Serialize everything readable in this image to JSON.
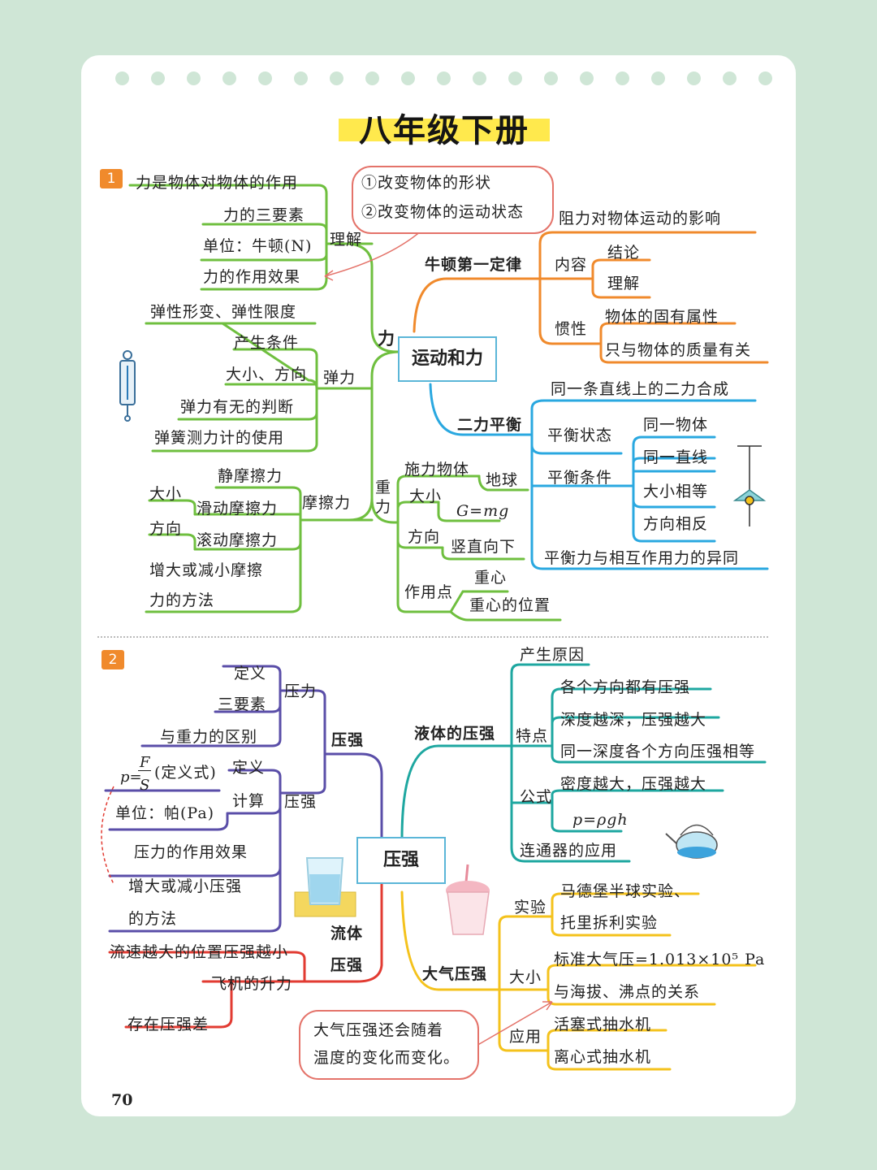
{
  "title": "八年级下册",
  "page_number": "70",
  "colors": {
    "green": "#6fbf3f",
    "orange": "#f08a2c",
    "blue": "#2aa8e0",
    "purple": "#5a4ea8",
    "teal": "#1ea7a0",
    "red": "#e23b32",
    "yellow": "#f4c21c"
  },
  "section1": {
    "badge": "1",
    "center": "运动和力",
    "force": {
      "label": "力",
      "understand": {
        "label": "理解",
        "items": [
          "力是物体对物体的作用",
          "力的三要素",
          "单位：牛顿(N)",
          "力的作用效果"
        ]
      },
      "effects_bubble": [
        "①改变物体的形状",
        "②改变物体的运动状态"
      ],
      "elastic": {
        "label": "弹力",
        "items": [
          "弹性形变、弹性限度",
          "产生条件",
          "大小、方向",
          "弹力有无的判断",
          "弹簧测力计的使用"
        ]
      },
      "friction": {
        "label": "摩擦力",
        "items": [
          "静摩擦力",
          "滑动摩擦力",
          "滚动摩擦力"
        ],
        "sub": [
          "大小",
          "方向"
        ],
        "methods": [
          "增大或减小摩擦",
          "力的方法"
        ]
      },
      "gravity": {
        "label": "重力",
        "apply": "施力物体",
        "earth": "地球",
        "size": "大小",
        "formula": "G=mg",
        "direction": "方向",
        "vertical": "竖直向下",
        "point": "作用点",
        "cg": "重心",
        "cg_pos": "重心的位置"
      }
    },
    "newton": {
      "label": "牛顿第一定律",
      "resist": "阻力对物体运动的影响",
      "content": "内容",
      "conclusion": "结论",
      "understand": "理解",
      "inertia": "惯性",
      "inherent": "物体的固有属性",
      "mass": "只与物体的质量有关"
    },
    "balance": {
      "label": "二力平衡",
      "combine": "同一条直线上的二力合成",
      "state": "平衡状态",
      "cond": "平衡条件",
      "conds": [
        "同一物体",
        "同一直线",
        "大小相等",
        "方向相反"
      ],
      "diff": "平衡力与相互作用力的异同"
    }
  },
  "section2": {
    "badge": "2",
    "center": "压强",
    "solid": {
      "label": "压强",
      "pressure_force": {
        "label": "压力",
        "items": [
          "定义",
          "三要素",
          "与重力的区别"
        ]
      },
      "pressure": {
        "label": "压强",
        "def": "定义",
        "calc": "计算",
        "formula_p": "p=",
        "formula_F": "F",
        "formula_S": "S",
        "formula_note": "(定义式)",
        "unit": "单位：帕(Pa)",
        "effect": "压力的作用效果",
        "methods": [
          "增大或减小压强",
          "的方法"
        ]
      }
    },
    "fluid": {
      "label1": "流体",
      "label2": "压强",
      "fast": "流速越大的位置压强越小",
      "lift": "飞机的升力",
      "diff": "存在压强差"
    },
    "liquid": {
      "label": "液体的压强",
      "cause": "产生原因",
      "feature": "特点",
      "features": [
        "各个方向都有压强",
        "深度越深，压强越大",
        "同一深度各个方向压强相等",
        "密度越大，压强越大"
      ],
      "formula_label": "公式",
      "formula": "p=ρgh",
      "connect": "连通器的应用"
    },
    "air": {
      "label": "大气压强",
      "exp": "实验",
      "exps": [
        "马德堡半球实验、",
        "托里拆利实验"
      ],
      "size": "大小",
      "std": "标准大气压=1.013×10⁵ Pa",
      "alt": "与海拔、沸点的关系",
      "app": "应用",
      "apps": [
        "活塞式抽水机",
        "离心式抽水机"
      ],
      "bubble": [
        "大气压强还会随着",
        "温度的变化而变化。"
      ]
    }
  }
}
